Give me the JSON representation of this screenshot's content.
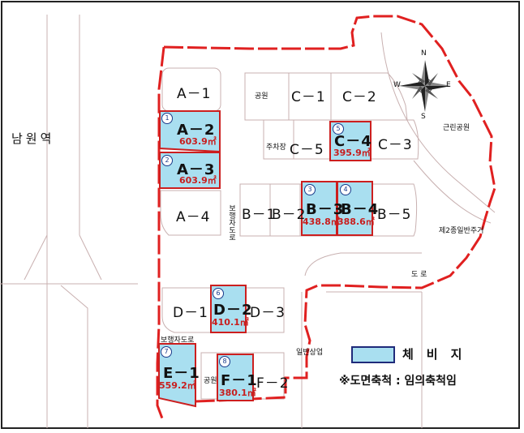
{
  "station": "남원역",
  "parcels_plain": {
    "a1": "A－1",
    "a4": "A－4",
    "b1": "B－1",
    "b2": "B－2",
    "b5": "B－5",
    "c1": "C－1",
    "c2": "C－2",
    "c3": "C－3",
    "c5": "C－5",
    "d1": "D－1",
    "d3": "D－3",
    "f2": "F－2"
  },
  "replotting_lots": [
    {
      "no": "1",
      "label": "A－2",
      "area": "603.9㎡"
    },
    {
      "no": "2",
      "label": "A－3",
      "area": "603.9㎡"
    },
    {
      "no": "3",
      "label": "B－3",
      "area": "438.8㎡"
    },
    {
      "no": "4",
      "label": "B－4",
      "area": "388.6㎡"
    },
    {
      "no": "5",
      "label": "C－4",
      "area": "395.9㎡"
    },
    {
      "no": "6",
      "label": "D－2",
      "area": "410.1㎡"
    },
    {
      "no": "7",
      "label": "E－1",
      "area": "559.2㎡"
    },
    {
      "no": "8",
      "label": "F－1",
      "area": "380.1㎡"
    }
  ],
  "place_labels": {
    "park_c1": "공원",
    "parking": "주차장",
    "park_f": "공원",
    "neighborhood_park": "근린공원",
    "residential": "제2종일반주거",
    "road": "도 로",
    "pedestrian_v": "보행자도로",
    "pedestrian_h": "보행자도로",
    "commercial": "일반상업"
  },
  "compass": {
    "n": "N",
    "s": "S",
    "e": "E",
    "w": "W"
  },
  "legend": {
    "label": "체비지",
    "swatch_color": "#a9dff0"
  },
  "note": "※도면축척 : 임의축척임",
  "colors": {
    "boundary": "#e02020",
    "lot_fill": "#a9dff0",
    "lot_border": "#cc1f1f",
    "area_text": "#c81e1e"
  }
}
